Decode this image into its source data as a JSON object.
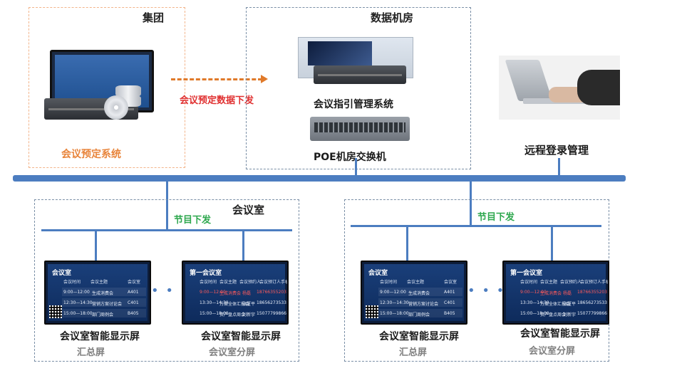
{
  "group": {
    "title": "集团",
    "system_label": "会议预定系统"
  },
  "arrow": {
    "label": "会议预定数据下发"
  },
  "datacenter": {
    "title": "数据机房",
    "system_label": "会议指引管理系统",
    "switch_label": "POE机房交换机"
  },
  "remote": {
    "label": "远程登录管理"
  },
  "room_left": {
    "title": "会议室",
    "program_label": "节目下发",
    "screen1": {
      "label": "会议室智能显示屏",
      "sub": "汇总屏",
      "title": "会议室",
      "heads": [
        "会议时间",
        "会议主题",
        "会议室"
      ],
      "rows": [
        {
          "time": "9:00—12:00",
          "topic": "生成消费会",
          "room": "A401"
        },
        {
          "time": "12:30—14:30",
          "topic": "营销方案讨论会",
          "room": "C401"
        },
        {
          "time": "15:00—18:00",
          "topic": "部门周例会",
          "room": "B405"
        }
      ]
    },
    "screen2": {
      "label": "会议室智能显示屏",
      "sub": "会议室分屏",
      "title": "第一会议室",
      "heads": [
        "会议时间",
        "会议主题",
        "会议预约人",
        "会议预订人手机号"
      ],
      "rows": [
        {
          "time": "9:00—12:00",
          "topic": "生成消费会",
          "person": "杨磊",
          "phone": "18766355203"
        },
        {
          "time": "13:30—14:30",
          "topic": "方案全体汇报会",
          "person": "张厦平",
          "phone": "18656273533"
        },
        {
          "time": "15:00—18:00",
          "topic": "资产盘点周会",
          "person": "刘新宇",
          "phone": "15077799866"
        }
      ]
    }
  },
  "room_right": {
    "program_label": "节目下发",
    "screen1": {
      "label": "会议室智能显示屏",
      "sub": "汇总屏",
      "title": "会议室",
      "heads": [
        "会议时间",
        "会议主题",
        "会议室"
      ],
      "rows": [
        {
          "time": "9:00—12:00",
          "topic": "生成消费会",
          "room": "A401"
        },
        {
          "time": "12:30—14:30",
          "topic": "营销方案讨论会",
          "room": "C401"
        },
        {
          "time": "15:00—18:00",
          "topic": "部门周例会",
          "room": "B405"
        }
      ]
    },
    "screen2": {
      "label": "会议室智能显示屏",
      "sub": "会议室分屏",
      "title": "第一会议室",
      "heads": [
        "会议时间",
        "会议主题",
        "会议预约人",
        "会议预订人手机号"
      ],
      "rows": [
        {
          "time": "9:00—12:00",
          "topic": "生成消费会",
          "person": "杨磊",
          "phone": "18766355203"
        },
        {
          "time": "13:30—14:30",
          "topic": "方案全体汇报会",
          "person": "张厦平",
          "phone": "18656273533"
        },
        {
          "time": "15:00—18:00",
          "topic": "资产盘点周会",
          "person": "刘新宇",
          "phone": "15077799866"
        }
      ]
    }
  },
  "colors": {
    "bus": "#4c7dc0",
    "arrow": "#e07a2a",
    "arrow_label": "#e03030",
    "program_label": "#2fa84f",
    "system_label": "#e8843a"
  }
}
